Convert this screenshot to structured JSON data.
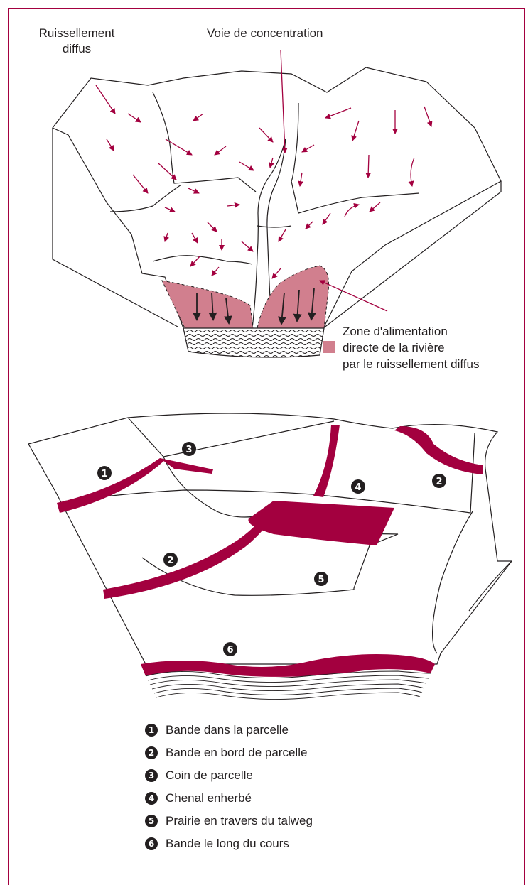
{
  "colors": {
    "arrow": "#a3003f",
    "zone": "#d17f8e",
    "band": "#a3003f",
    "frame": "#a3003f",
    "ink": "#231f20"
  },
  "top_diagram": {
    "label_diffuse_line1": "Ruissellement",
    "label_diffuse_line2": "diffus",
    "label_concentration": "Voie de concentration",
    "zone_legend_line1": "Zone d'alimentation",
    "zone_legend_line2": "directe de la rivière",
    "zone_legend_line3": "par le ruissellement diffus"
  },
  "bottom_diagram": {
    "markers": [
      "1",
      "2",
      "3",
      "4",
      "2",
      "5",
      "6"
    ]
  },
  "legend": [
    {
      "num": "1",
      "text": "Bande dans la parcelle"
    },
    {
      "num": "2",
      "text": "Bande en bord de parcelle"
    },
    {
      "num": "3",
      "text": "Coin de parcelle"
    },
    {
      "num": "4",
      "text": "Chenal enherbé"
    },
    {
      "num": "5",
      "text": "Prairie en travers du talweg"
    },
    {
      "num": "6",
      "text": "Bande le long du cours"
    }
  ]
}
